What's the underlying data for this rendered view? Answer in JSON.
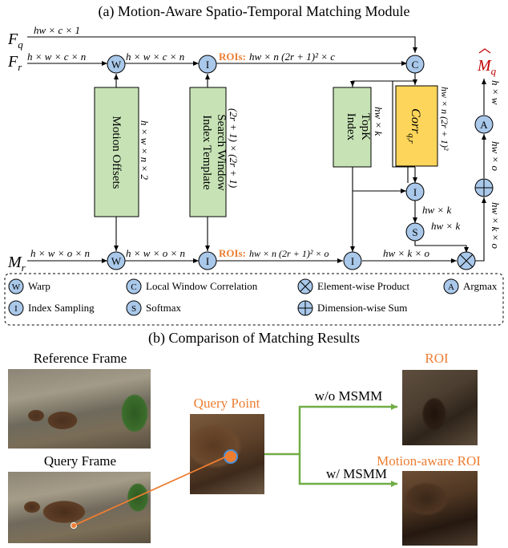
{
  "part_a": {
    "title": "(a) Motion-Aware Spatio-Temporal Matching Module",
    "inputs": {
      "fq": "F",
      "fq_sub": "q",
      "fr": "F",
      "fr_sub": "r",
      "mr": "M",
      "mr_sub": "r"
    },
    "output": {
      "symbol": "M",
      "sub": "q"
    },
    "dims": {
      "fq_top": "hw × c × 1",
      "fr_in": "h × w × c × n",
      "fr_after_warp": "h × w × c × n",
      "mr_in": "h × w × o × n",
      "mr_after_warp": "h × w × o × n",
      "offsets_out": "h × w × n × 2",
      "template_out": "(2r + 1) × (2r + 1)",
      "topk_out": "hw × k",
      "corr_out": "hw × n (2r + 1)²",
      "sample_k": "hw × k",
      "softmax_out": "hw × k",
      "sample_o": "hw × k × o",
      "prod_out": "hw × k × o",
      "sum_out": "hw × o",
      "argmax_out": "h × w"
    },
    "rois_top": {
      "label": "ROIs:",
      "dims": "hw × n (2r + 1)² × c"
    },
    "rois_bottom": {
      "label": "ROIs:",
      "dims": "hw × n (2r + 1)² × o"
    },
    "boxes": {
      "motion_offsets": "Motion Offsets",
      "search_window_line1": "Search Window",
      "search_window_line2": "Index Template",
      "topk_line1": "TopK",
      "topk_line2": "Index",
      "corr": "Corr",
      "corr_sub": "q,r"
    },
    "op_letters": {
      "warp": "W",
      "index": "I",
      "corr": "C",
      "softmax": "S",
      "argmax": "A"
    },
    "legend": [
      {
        "symbol": "W",
        "label": "Warp"
      },
      {
        "symbol": "C",
        "label": "Local Window Correlation"
      },
      {
        "symbol": "⊗",
        "label": "Element-wise Product"
      },
      {
        "symbol": "A",
        "label": "Argmax"
      },
      {
        "symbol": "I",
        "label": "Index Sampling"
      },
      {
        "symbol": "S",
        "label": "Softmax"
      },
      {
        "symbol": "⊕",
        "label": "Dimension-wise Sum"
      }
    ],
    "colors": {
      "op_circle": "#a9c8ea",
      "green_box": "#c7e3b6",
      "yellow_box": "#fcd55a",
      "orange": "#ed7d31",
      "output_red": "#c00000",
      "branch_green": "#70ad47"
    }
  },
  "part_b": {
    "title": "(b) Comparison of Matching Results",
    "reference_frame": "Reference Frame",
    "query_frame": "Query Frame",
    "query_point": "Query Point",
    "roi": "ROI",
    "motion_roi": "Motion-aware ROI",
    "without": "w/o MSMM",
    "with": "w/ MSMM"
  }
}
